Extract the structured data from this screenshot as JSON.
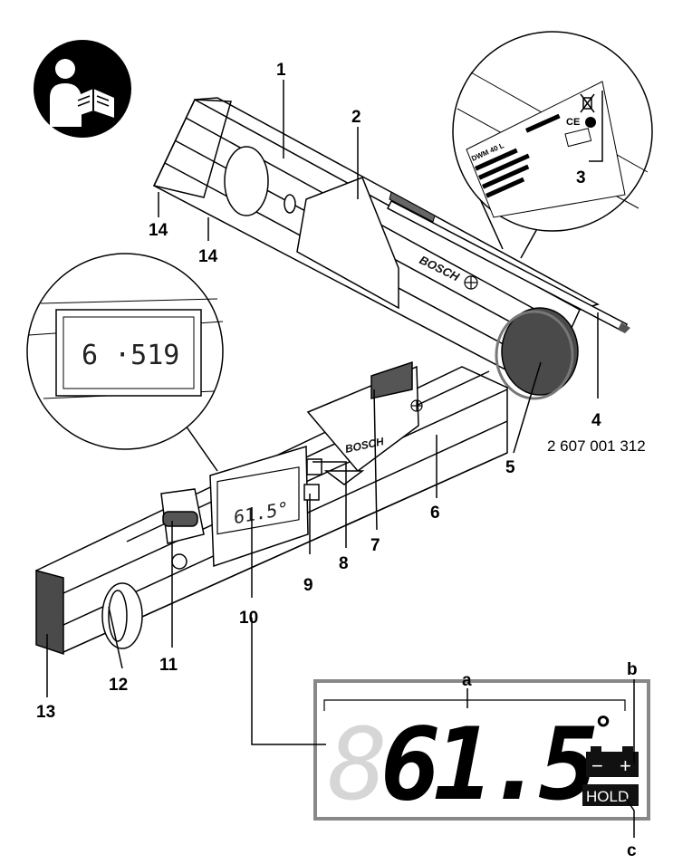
{
  "callouts": {
    "c1": "1",
    "c2": "2",
    "c3": "3",
    "c4": "4",
    "c5": "5",
    "c6": "6",
    "c7": "7",
    "c8": "8",
    "c9": "9",
    "c10": "10",
    "c11": "11",
    "c12": "12",
    "c13": "13",
    "c14a": "14",
    "c14b": "14",
    "ca": "a",
    "cb": "b",
    "cc": "c"
  },
  "accessory": {
    "part_number": "2 607 001 312"
  },
  "device": {
    "brand_top": "BOSCH",
    "brand_body": "BOSCH",
    "model_label": "DWM 40 L",
    "display_reading_small": "61.5°",
    "display_reading_inverted": "6 ·519",
    "display_reading_large": "61.5",
    "degree_symbol": "°",
    "battery_minus": "−",
    "battery_plus": "+",
    "hold_label": "HOLD"
  },
  "colors": {
    "stroke": "#000000",
    "display_frame": "#888888",
    "segment_off": "#d6d6d6",
    "segment_on": "#000000",
    "cap_dark": "#4a4a4a",
    "icon_fill": "#000000"
  },
  "icons": {
    "manual": "read-manual-icon"
  }
}
